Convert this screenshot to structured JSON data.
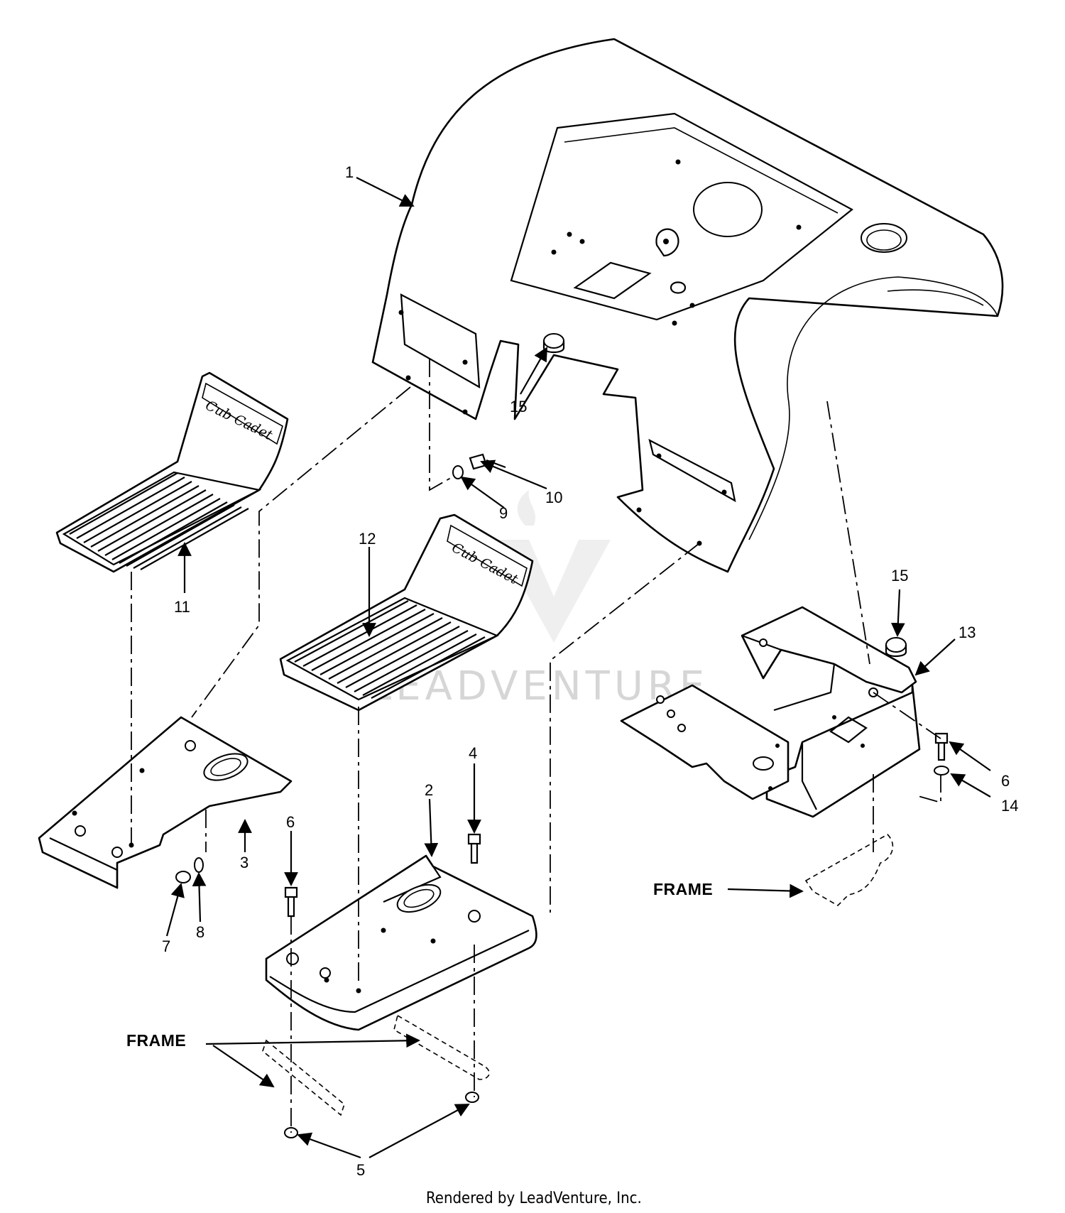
{
  "callouts": {
    "c1": "1",
    "c2": "2",
    "c3": "3",
    "c4": "4",
    "c5": "5",
    "c6a": "6",
    "c6b": "6",
    "c7": "7",
    "c8": "8",
    "c9": "9",
    "c10": "10",
    "c11": "11",
    "c12": "12",
    "c13": "13",
    "c14": "14",
    "c15a": "15",
    "c15b": "15"
  },
  "frame_labels": {
    "left": "FRAME",
    "right": "FRAME"
  },
  "brand": {
    "mat_left": "Cub Cadet",
    "mat_right": "Cub Cadet"
  },
  "watermark": "LEADVENTURE",
  "footer": "Rendered by LeadVenture, Inc."
}
